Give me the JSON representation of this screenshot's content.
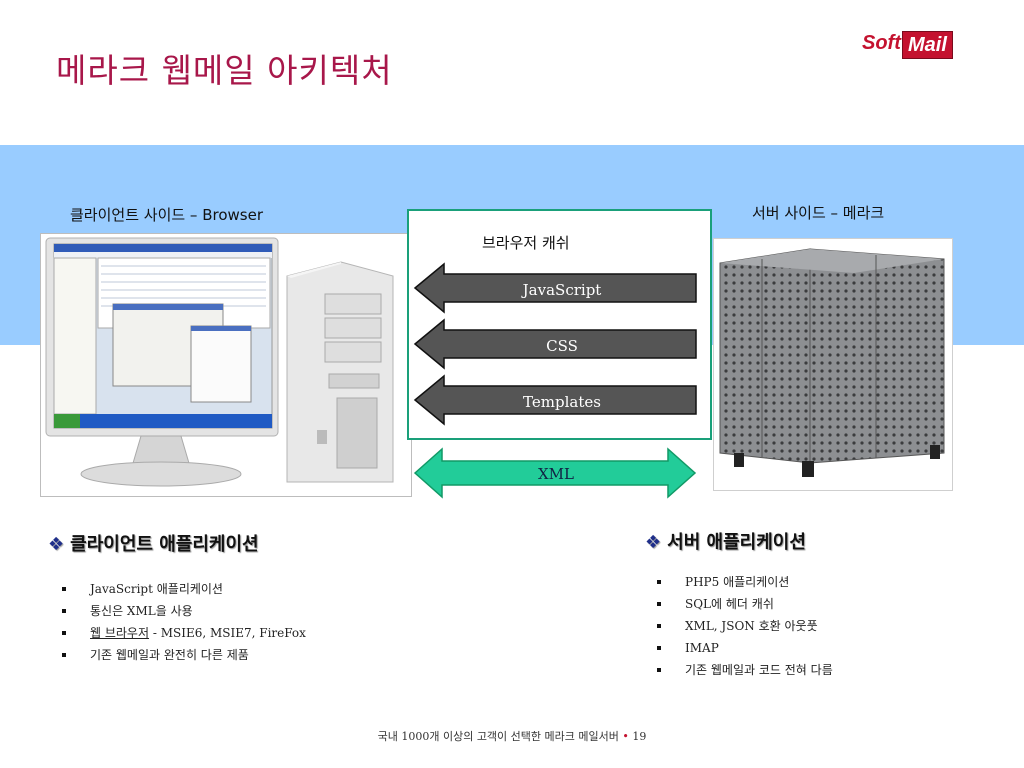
{
  "slide": {
    "title": "메라크 웹메일 아키텍처",
    "logo": {
      "part1": "Soft",
      "part2": "Mail"
    },
    "client_caption": "클라이언트 사이드 – Browser",
    "server_caption": "서버 사이드 – 메라크",
    "cache_title": "브라우저 캐쉬",
    "arrows": [
      {
        "label": "JavaScript",
        "direction": "left"
      },
      {
        "label": "CSS",
        "direction": "left"
      },
      {
        "label": "Templates",
        "direction": "left"
      },
      {
        "label": "XML",
        "direction": "both"
      }
    ],
    "client_section": {
      "heading": "클라이언트 애플리케이션",
      "bullets": [
        "JavaScript 애플리케이션",
        "통신은 XML을 사용",
        "웹 브라우저",
        "기존 웹메일과 완전히 다른 제품"
      ],
      "browser_suffix": " - MSIE6, MSIE7, FireFox"
    },
    "server_section": {
      "heading": "서버 애플리케이션",
      "bullets": [
        "PHP5 애플리케이션",
        "SQL에 헤더 캐쉬",
        "XML, JSON 호환 아웃풋",
        "IMAP",
        "기존 웹메일과 코드 전혀 다름"
      ]
    },
    "footer": {
      "text": "국내 1000개 이상의 고객이 선택한 메라크 메일서버",
      "bullet": "•",
      "page": "19"
    }
  },
  "colors": {
    "title": "#a8174a",
    "band": "#99ccff",
    "arrow_dark": "#555555",
    "arrow_xml": "#22cc99",
    "cache_border": "#1aa07a",
    "logo": "#c4122f"
  },
  "icons": [
    "computer-illustration",
    "server-illustration",
    "diamond-bullet-icon"
  ]
}
